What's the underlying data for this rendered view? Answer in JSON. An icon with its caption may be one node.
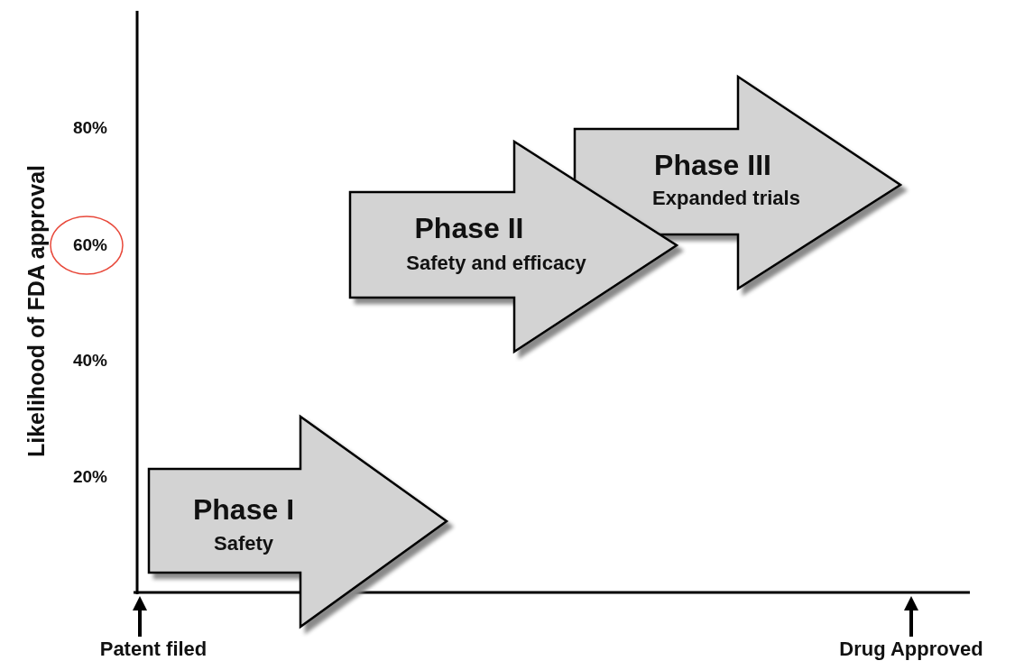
{
  "diagram": {
    "nodes": [
      {
        "text": [
          "Phase I",
          "Safety"
        ]
      },
      {
        "text": [
          "Phase II",
          "Safety and efficacy"
        ]
      },
      {
        "text": [
          "Phase III",
          "Expanded trials"
        ]
      },
      {
        "text": [
          "Patent filed"
        ]
      },
      {
        "text": [
          "Drug Approved"
        ]
      }
    ],
    "edges": [
      {
        "from": 3,
        "to": null,
        "arrow": "to"
      },
      {
        "from": 4,
        "to": null,
        "arrow": "to"
      }
    ],
    "labels": [
      "Likelihood of FDA approval",
      "80%",
      "60%",
      "40%",
      "20%"
    ]
  }
}
